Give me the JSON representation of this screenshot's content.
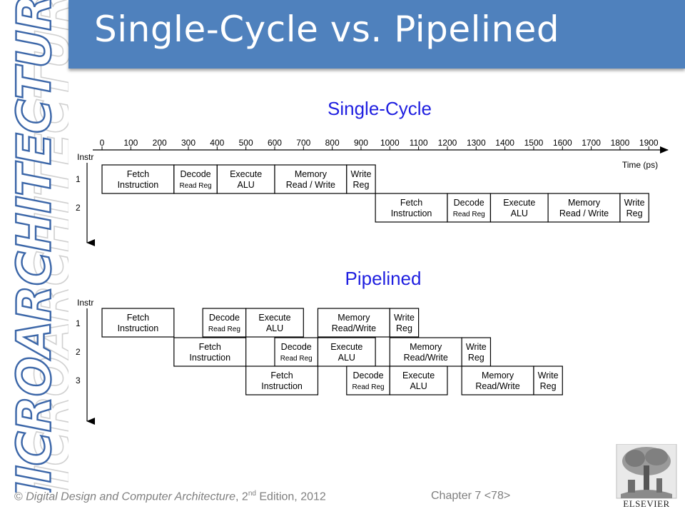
{
  "slide": {
    "title": "Single-Cycle vs. Pipelined",
    "side_banner": "MICROARCHITECTURE"
  },
  "single_cycle": {
    "heading": "Single-Cycle",
    "axis_label": "Instr",
    "time_label": "Time (ps)",
    "ticks": [
      0,
      100,
      200,
      300,
      400,
      500,
      600,
      700,
      800,
      900,
      1000,
      1100,
      1200,
      1300,
      1400,
      1500,
      1600,
      1700,
      1800,
      1900
    ],
    "row_labels": [
      "1",
      "2"
    ],
    "stages": [
      {
        "row": 1,
        "start": 0,
        "end": 250,
        "line1": "Fetch",
        "line2": "Instruction",
        "small": false
      },
      {
        "row": 1,
        "start": 250,
        "end": 400,
        "line1": "Decode",
        "line2": "Read Reg",
        "small": true
      },
      {
        "row": 1,
        "start": 400,
        "end": 600,
        "line1": "Execute",
        "line2": "ALU",
        "small": false
      },
      {
        "row": 1,
        "start": 600,
        "end": 850,
        "line1": "Memory",
        "line2": "Read / Write",
        "small": false
      },
      {
        "row": 1,
        "start": 850,
        "end": 950,
        "line1": "Write",
        "line2": "Reg",
        "small": false
      },
      {
        "row": 2,
        "start": 950,
        "end": 1200,
        "line1": "Fetch",
        "line2": "Instruction",
        "small": false
      },
      {
        "row": 2,
        "start": 1200,
        "end": 1350,
        "line1": "Decode",
        "line2": "Read Reg",
        "small": true
      },
      {
        "row": 2,
        "start": 1350,
        "end": 1550,
        "line1": "Execute",
        "line2": "ALU",
        "small": false
      },
      {
        "row": 2,
        "start": 1550,
        "end": 1800,
        "line1": "Memory",
        "line2": "Read / Write",
        "small": false
      },
      {
        "row": 2,
        "start": 1800,
        "end": 1900,
        "line1": "Write",
        "line2": "Reg",
        "small": false
      }
    ]
  },
  "pipelined": {
    "heading": "Pipelined",
    "axis_label": "Instr",
    "row_labels": [
      "1",
      "2",
      "3"
    ],
    "stages": [
      {
        "row": 1,
        "start": 0,
        "end": 250,
        "line1": "Fetch",
        "line2": "Instruction",
        "small": false
      },
      {
        "row": 1,
        "start": 350,
        "end": 500,
        "line1": "Decode",
        "line2": "Read Reg",
        "small": true
      },
      {
        "row": 1,
        "start": 500,
        "end": 700,
        "line1": "Execute",
        "line2": "ALU",
        "small": false
      },
      {
        "row": 1,
        "start": 750,
        "end": 1000,
        "line1": "Memory",
        "line2": "Read/Write",
        "small": false
      },
      {
        "row": 1,
        "start": 1000,
        "end": 1100,
        "line1": "Write",
        "line2": "Reg",
        "small": false
      },
      {
        "row": 2,
        "start": 250,
        "end": 500,
        "line1": "Fetch",
        "line2": "Instruction",
        "small": false
      },
      {
        "row": 2,
        "start": 600,
        "end": 750,
        "line1": "Decode",
        "line2": "Read Reg",
        "small": true
      },
      {
        "row": 2,
        "start": 750,
        "end": 950,
        "line1": "Execute",
        "line2": "ALU",
        "small": false
      },
      {
        "row": 2,
        "start": 1000,
        "end": 1250,
        "line1": "Memory",
        "line2": "Read/Write",
        "small": false
      },
      {
        "row": 2,
        "start": 1250,
        "end": 1350,
        "line1": "Write",
        "line2": "Reg",
        "small": false
      },
      {
        "row": 3,
        "start": 500,
        "end": 750,
        "line1": "Fetch",
        "line2": "Instruction",
        "small": false
      },
      {
        "row": 3,
        "start": 850,
        "end": 1000,
        "line1": "Decode",
        "line2": "Read Reg",
        "small": true
      },
      {
        "row": 3,
        "start": 1000,
        "end": 1200,
        "line1": "Execute",
        "line2": "ALU",
        "small": false
      },
      {
        "row": 3,
        "start": 1250,
        "end": 1500,
        "line1": "Memory",
        "line2": "Read/Write",
        "small": false
      },
      {
        "row": 3,
        "start": 1500,
        "end": 1600,
        "line1": "Write",
        "line2": "Reg",
        "small": false
      }
    ]
  },
  "footer": {
    "copyright": "©",
    "book_title": "Digital Design and Computer Architecture",
    "edition_num": "2",
    "edition_sup": "nd",
    "edition_rest": " Edition, 2012",
    "chapter": "Chapter 7 <78>"
  },
  "logo": {
    "text": "ELSEVIER"
  },
  "colors": {
    "title_bar": "#4f81bd",
    "heading_blue": "#1f1fe0",
    "side_outline": "#3b66a8"
  }
}
